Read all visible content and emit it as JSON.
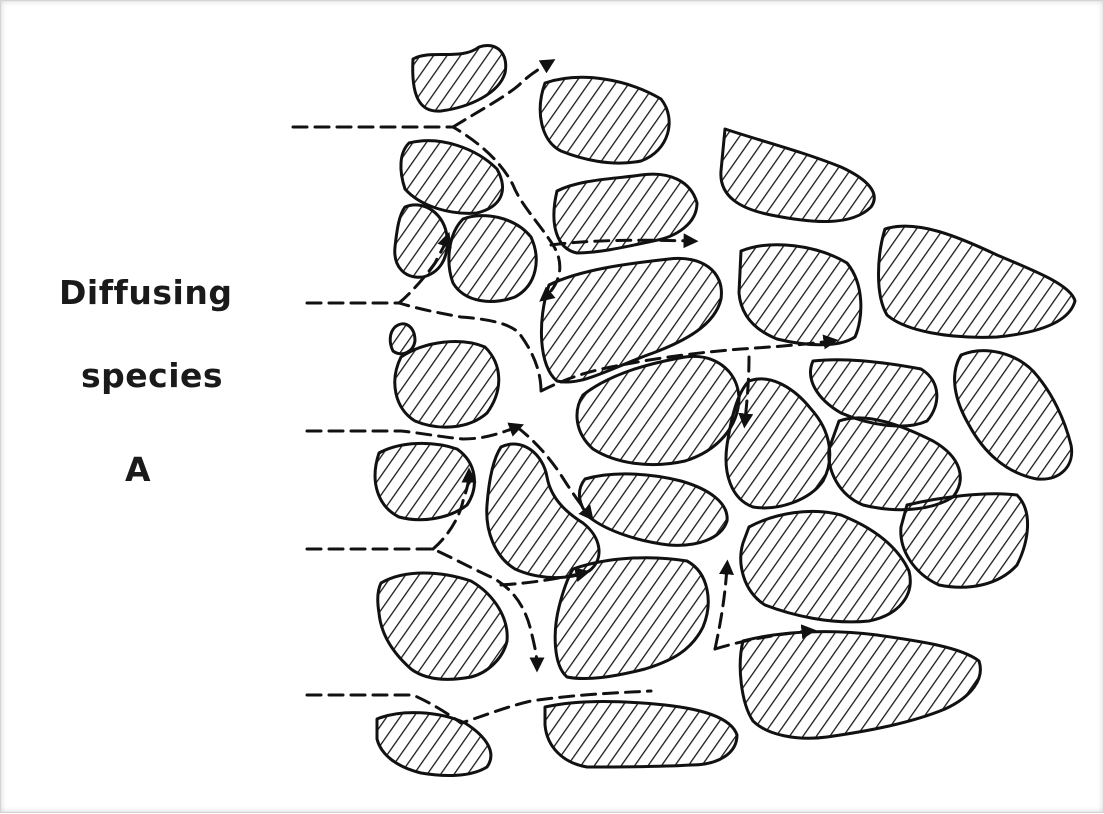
{
  "label": {
    "line1": "Diffusing",
    "line2": "species",
    "line3": "A"
  },
  "colors": {
    "stroke": "#111111",
    "hatch": "#1a1a1a",
    "background": "#ffffff"
  }
}
